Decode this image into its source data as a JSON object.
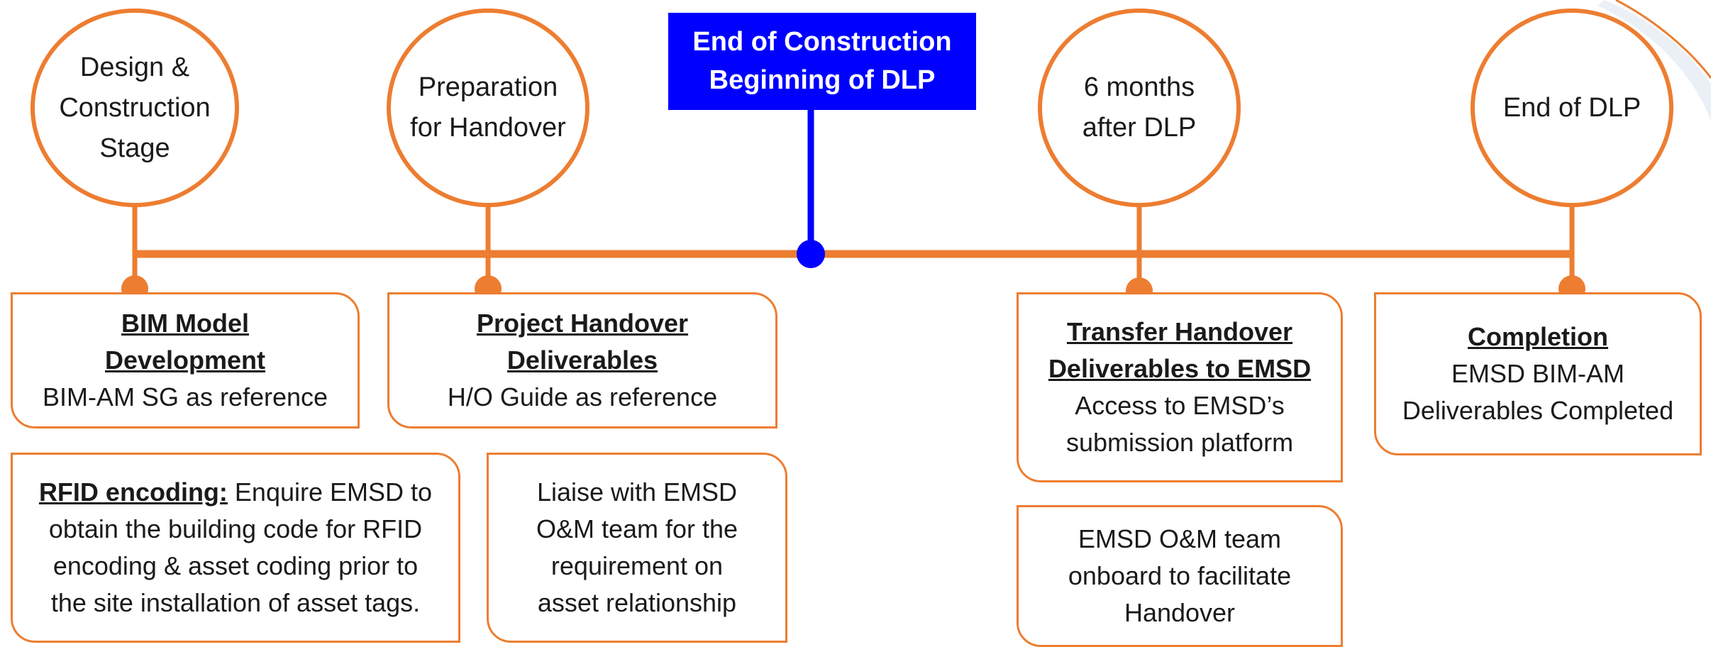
{
  "milestones": [
    {
      "label": "Design &\nConstruction\nStage"
    },
    {
      "label": "Preparation\nfor Handover"
    },
    {
      "label": "6 months\nafter DLP"
    },
    {
      "label": "End of DLP"
    }
  ],
  "center_marker": {
    "line1": "End of Construction",
    "line2": "Beginning of DLP",
    "color": "#0000FF"
  },
  "deliverables": [
    {
      "title": "BIM Model\nDevelopment",
      "body": "BIM-AM SG as reference"
    },
    {
      "title": "Project Handover\nDeliverables",
      "body": "H/O Guide as reference"
    },
    {
      "title": "Transfer Handover\nDeliverables to EMSD",
      "body": "Access to EMSD’s\nsubmission platform"
    },
    {
      "title": "Completion",
      "body": "EMSD BIM-AM\nDeliverables Completed"
    }
  ],
  "notes": [
    {
      "lead": "RFID encoding:",
      "text": " Enquire EMSD to\nobtain the building code for RFID\nencoding & asset coding prior to\nthe site installation of asset tags."
    },
    {
      "text": "Liaise with EMSD\nO&M team for the\nrequirement on\nasset relationship"
    },
    {
      "text": "EMSD O&M team\nonboard to facilitate\nHandover"
    }
  ],
  "colors": {
    "accent": "#ED7D31",
    "marker": "#0000FF"
  }
}
